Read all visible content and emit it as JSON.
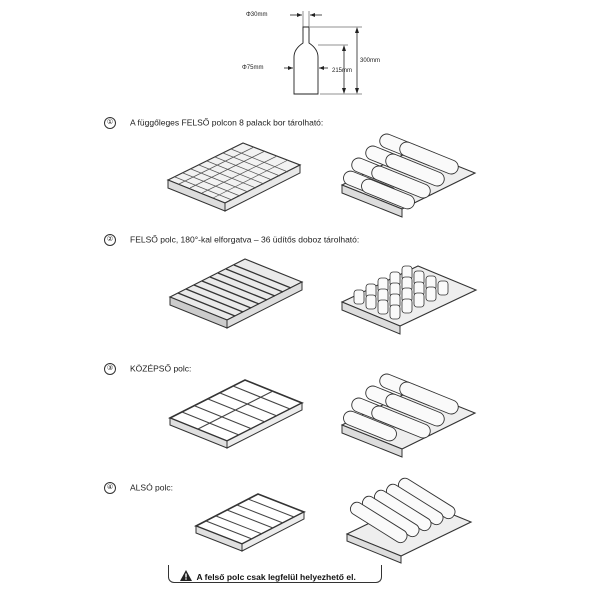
{
  "bottle_diagram": {
    "neck_diameter": "Φ30mm",
    "body_diameter": "Φ75mm",
    "total_height": "300mm",
    "body_height": "215mm"
  },
  "sections": [
    {
      "number": "①",
      "label": "A függőleges FELSŐ polcon 8 palack bor tárolható:"
    },
    {
      "number": "②",
      "label": "FELSŐ polc, 180°-kal elforgatva – 36 üdítős doboz tárolható:"
    },
    {
      "number": "③",
      "label": "KÖZÉPSŐ polc:"
    },
    {
      "number": "④",
      "label": "ALSÓ polc:"
    }
  ],
  "warning": {
    "icon": "warning-triangle-icon",
    "text": "A felső polc csak legfelül helyezhető el."
  }
}
